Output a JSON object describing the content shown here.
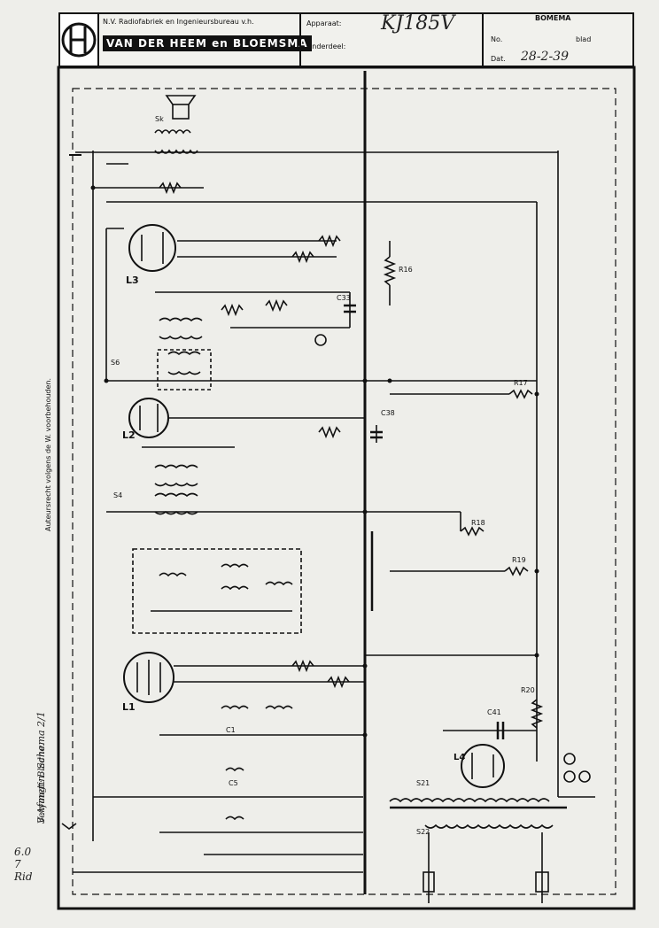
{
  "title_block": {
    "company_line1": "N.V. Radiofabriek en Ingenieursbureau v.h.",
    "company_line2": "VAN DER HEEM en BLOEMSMA",
    "apparaat_label": "Apparaat:",
    "apparaat_value": "KJ185V",
    "onderdeel_label": "Onderdeel:",
    "no_label": "No.",
    "blad_label": "blad",
    "datum_label": "Dat.",
    "datum_value": "28-2-39",
    "stamp": "BOMEMA"
  },
  "margin_note": "Auteursrecht volgens de W. voorbehouden.",
  "handwritten": {
    "left_1": "3 Afmetin. Schema 2/1",
    "left_2": "Vervangt: Bladno.",
    "bottom": "6.0 7 Rid"
  },
  "labels": {
    "L3": "L3",
    "L2": "L2",
    "L1": "L1",
    "L4": "L4",
    "R19": "R19",
    "R18": "R18",
    "R17": "R17",
    "R16": "R16",
    "R20": "R20",
    "C33": "C33",
    "C38": "C38",
    "C41": "C41",
    "S21": "S21",
    "S22": "S22",
    "S4": "S4",
    "S6": "S6",
    "Sk": "Sk",
    "C1": "C1",
    "C5": "C5"
  }
}
